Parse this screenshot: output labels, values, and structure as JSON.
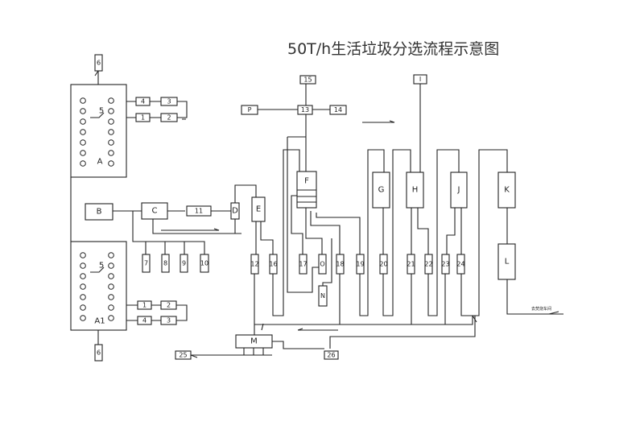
{
  "title": "50T/h生活垃圾分选流程示意图",
  "caption_incineration": "去焚烧车间",
  "nodes": {
    "A": "A",
    "A1": "A1",
    "B": "B",
    "C": "C",
    "D": "D",
    "E": "E",
    "F": "F",
    "G": "G",
    "H": "H",
    "I": "I",
    "J": "J",
    "K": "K",
    "L": "L",
    "M": "M",
    "N": "N",
    "O": "O",
    "P": "P",
    "n1": "1",
    "n2": "2",
    "n3": "3",
    "n4": "4",
    "n5": "5",
    "n6": "6",
    "n7": "7",
    "n8": "8",
    "n9": "9",
    "n10": "10",
    "n11": "11",
    "n12": "12",
    "n13": "13",
    "n14": "14",
    "n15": "15",
    "n16": "16",
    "n17": "17",
    "n18": "18",
    "n19": "19",
    "n20": "20",
    "n21": "21",
    "n22": "22",
    "n23": "23",
    "n24": "24",
    "n25": "25",
    "n26": "26"
  }
}
